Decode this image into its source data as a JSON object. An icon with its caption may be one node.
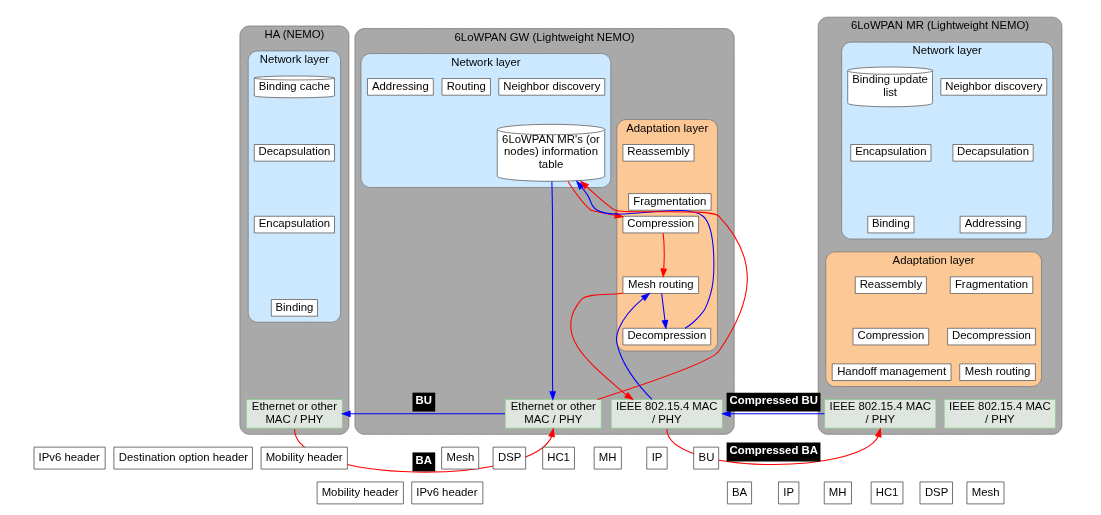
{
  "diagram": {
    "nodes": [
      {
        "text": [
          "HA (NEMO)"
        ]
      },
      {
        "text": [
          "Network layer"
        ],
        "in": 0
      },
      {
        "text": [
          "Binding cache"
        ],
        "in": 1
      },
      {
        "text": [
          "Decapsulation"
        ],
        "in": 1
      },
      {
        "text": [
          "Encapsulation"
        ],
        "in": 1
      },
      {
        "text": [
          "Binding"
        ],
        "in": 1
      },
      {
        "text": [
          "Ethernet or other MAC / PHY"
        ],
        "in": 0
      },
      {
        "text": [
          "6LoWPAN GW (Lightweight NEMO)"
        ]
      },
      {
        "text": [
          "Network layer"
        ],
        "in": 7
      },
      {
        "text": [
          "Addressing"
        ],
        "in": 8
      },
      {
        "text": [
          "Routing"
        ],
        "in": 8
      },
      {
        "text": [
          "Neighbor discovery"
        ],
        "in": 8
      },
      {
        "text": [
          "6LoWPAN MR's (or nodes) information table"
        ],
        "in": 8
      },
      {
        "text": [
          "Adaptation layer"
        ],
        "in": 7
      },
      {
        "text": [
          "Reassembly"
        ],
        "in": 13
      },
      {
        "text": [
          "Fragmentation"
        ],
        "in": 13
      },
      {
        "text": [
          "Decompression"
        ],
        "in": 13
      },
      {
        "text": [
          "Compression"
        ],
        "in": 13
      },
      {
        "text": [
          "Mesh routing"
        ],
        "in": 13
      },
      {
        "text": [
          "Ethernet or other MAC / PHY"
        ],
        "in": 7
      },
      {
        "text": [
          "IEEE 802.15.4 MAC / PHY"
        ],
        "in": 7
      },
      {
        "text": [
          "6LoWPAN MR (Lightweight NEMO)"
        ]
      },
      {
        "text": [
          "Network layer"
        ],
        "in": 21
      },
      {
        "text": [
          "Binding update list"
        ],
        "in": 22
      },
      {
        "text": [
          "Neighbor discovery"
        ],
        "in": 22
      },
      {
        "text": [
          "Encapsulation"
        ],
        "in": 22
      },
      {
        "text": [
          "Decapsulation"
        ],
        "in": 22
      },
      {
        "text": [
          "Binding"
        ],
        "in": 22
      },
      {
        "text": [
          "Addressing"
        ],
        "in": 22
      },
      {
        "text": [
          "Adaptation layer"
        ],
        "in": 21
      },
      {
        "text": [
          "Reassembly"
        ],
        "in": 29
      },
      {
        "text": [
          "Fragmentation"
        ],
        "in": 29
      },
      {
        "text": [
          "Compression"
        ],
        "in": 29
      },
      {
        "text": [
          "Decompression"
        ],
        "in": 29
      },
      {
        "text": [
          "Handoff management"
        ],
        "in": 29
      },
      {
        "text": [
          "Mesh routing"
        ],
        "in": 29
      },
      {
        "text": [
          "IEEE 802.15.4 MAC / PHY"
        ],
        "in": 21
      },
      {
        "text": [
          "IEEE 802.15.4 MAC / PHY"
        ],
        "in": 21
      }
    ],
    "edges": [
      {
        "from": 19,
        "to": 6,
        "arrow": "to",
        "label": "BU",
        "color": "#0000ff"
      },
      {
        "from": 6,
        "to": 19,
        "arrow": "to",
        "label": "BA",
        "color": "#ff0000"
      },
      {
        "from": 12,
        "to": 19,
        "arrow": "to",
        "color": "#0000ff"
      },
      {
        "from": 19,
        "to": 12,
        "arrow": "to",
        "color": "#ff0000"
      },
      {
        "from": 12,
        "to": 17,
        "arrow": "to",
        "color": "#ff0000"
      },
      {
        "from": 17,
        "to": 18,
        "arrow": "to",
        "color": "#ff0000"
      },
      {
        "from": 18,
        "to": 20,
        "arrow": "to",
        "color": "#ff0000"
      },
      {
        "from": 20,
        "to": 18,
        "arrow": "to",
        "color": "#0000ff"
      },
      {
        "from": 18,
        "to": 16,
        "arrow": "to",
        "color": "#0000ff"
      },
      {
        "from": 16,
        "to": 12,
        "arrow": "to",
        "color": "#0000ff"
      },
      {
        "from": 36,
        "to": 20,
        "arrow": "to",
        "label": "Compressed BU",
        "color": "#0000ff"
      },
      {
        "from": 20,
        "to": 36,
        "arrow": "to",
        "label": "Compressed BA",
        "color": "#ff0000"
      }
    ],
    "labels": [
      "IPv6 header",
      "Destination option header",
      "Mobility header",
      "Mobility header",
      "IPv6 header",
      "Mesh",
      "DSP",
      "HC1",
      "MH",
      "IP",
      "BU",
      "BA",
      "IP",
      "MH",
      "HC1",
      "DSP",
      "Mesh"
    ]
  }
}
